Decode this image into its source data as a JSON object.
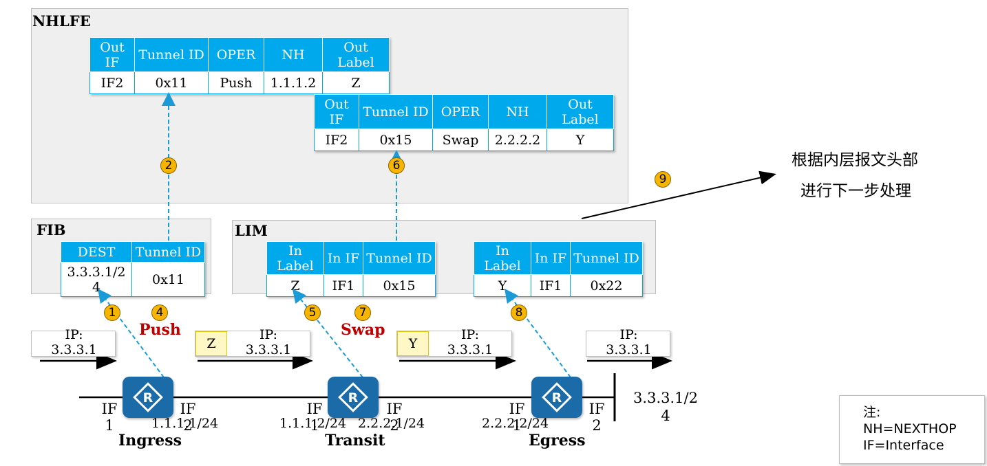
{
  "nhlfe": {
    "title": "NHLFE",
    "table1": {
      "headers": [
        "Out\nIF",
        "Tunnel ID",
        "OPER",
        "NH",
        "Out\nLabel"
      ],
      "row": [
        "IF2",
        "0x11",
        "Push",
        "1.1.1.2",
        "Z"
      ]
    },
    "table2": {
      "headers": [
        "Out\nIF",
        "Tunnel ID",
        "OPER",
        "NH",
        "Out\nLabel"
      ],
      "row": [
        "IF2",
        "0x15",
        "Swap",
        "2.2.2.2",
        "Y"
      ]
    }
  },
  "fib": {
    "title": "FIB",
    "headers": [
      "DEST",
      "Tunnel ID"
    ],
    "row": [
      "3.3.3.1/2\n4",
      "0x11"
    ]
  },
  "lim": {
    "title": "LIM",
    "table1": {
      "headers": [
        "In\nLabel",
        "In IF",
        "Tunnel ID"
      ],
      "row": [
        "Z",
        "IF1",
        "0x15"
      ]
    },
    "table2": {
      "headers": [
        "In\nLabel",
        "In IF",
        "Tunnel ID"
      ],
      "row": [
        "Y",
        "IF1",
        "0x22"
      ]
    }
  },
  "steps": [
    "1",
    "2",
    "4",
    "5",
    "6",
    "7",
    "8",
    "9"
  ],
  "ops": {
    "push": "Push",
    "swap": "Swap"
  },
  "packets": {
    "ip": "IP:\n3.3.3.1",
    "label_z": "Z",
    "label_y": "Y"
  },
  "routers": {
    "ingress": "Ingress",
    "transit": "Transit",
    "egress": "Egress"
  },
  "interfaces": {
    "if1": "IF\n1",
    "if2": "IF\n2"
  },
  "addresses": {
    "ingress_out": "1.1.1.1/24",
    "transit_in": "1.1.1.2/24",
    "transit_out": "2.2.2.1/24",
    "egress_in": "2.2.2.2/24",
    "dest_net": "3.3.3.1/2\n4"
  },
  "callout": {
    "line1": "根据内层报文头部",
    "line2": "进行下一步处理"
  },
  "note": {
    "title": "注:",
    "nh": "NH=NEXTHOP",
    "if": "IF=Interface"
  },
  "colors": {
    "table_header": "#00a9ec",
    "step_circle": "#f7b500",
    "op_label": "#c00000",
    "router": "#1b6ba8",
    "label_box": "#fff8c6"
  }
}
